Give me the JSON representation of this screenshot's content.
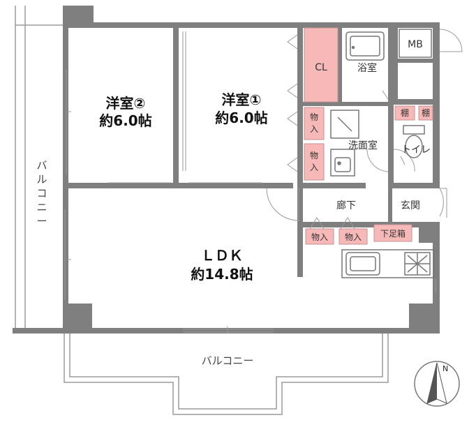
{
  "plan": {
    "rooms": {
      "western2_name": "洋室②",
      "western2_size": "約6.0帖",
      "western1_name": "洋室①",
      "western1_size": "約6.0帖",
      "ldk_name": "ＬＤＫ",
      "ldk_size": "約14.8帖",
      "closet": "CL",
      "bathroom": "浴室",
      "washroom": "洗面室",
      "toilet": "トイレ",
      "hallway": "廊下",
      "entrance": "玄関",
      "meter_box": "MB"
    },
    "storage": {
      "storage_a": "物入",
      "storage_b": "物入",
      "storage_c": "物入",
      "storage_d": "物入",
      "shelf_1": "棚",
      "shelf_2": "棚",
      "shoe_box": "下足箱"
    },
    "balcony_side_chars": [
      "バ",
      "ル",
      "コ",
      "ニ",
      "ー"
    ],
    "balcony_bottom": "バルコニー",
    "compass_label": "N",
    "colors": {
      "wall": "#7f7f7f",
      "closet_fill": "#f7b8b8",
      "outline": "#9a9a9a"
    }
  }
}
